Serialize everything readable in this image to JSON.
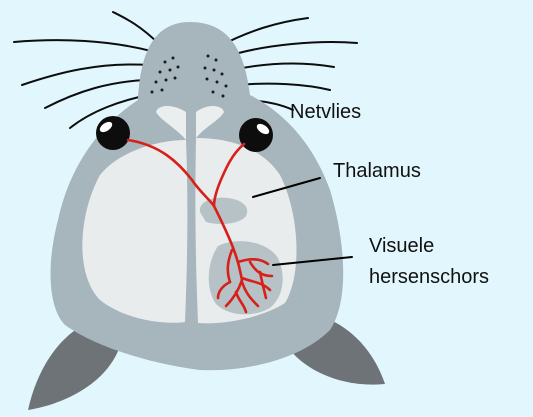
{
  "colors": {
    "background": "#e2f7fd",
    "head": "#a7b5bc",
    "ears": "#6e7378",
    "brain": "#e9ecec",
    "brain_region": "#b7c2c6",
    "snout": "#eaeeee",
    "eyes": "#0d0d0d",
    "optic_pathway": "#d8201a",
    "whiskers": "#0d0d0d",
    "label_lines": "#000000"
  },
  "labels": {
    "retina": "Netvlies",
    "thalamus": "Thalamus",
    "visual_cortex_line1": "Visuele",
    "visual_cortex_line2": "hersenschors"
  }
}
